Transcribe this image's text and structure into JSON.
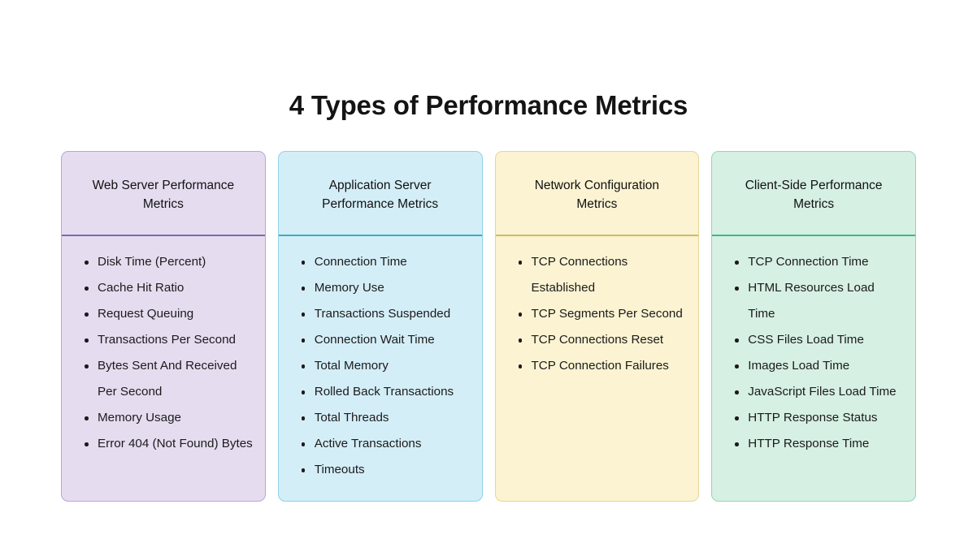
{
  "page": {
    "title": "4 Types of Performance Metrics",
    "background": "#ffffff"
  },
  "cards": [
    {
      "title": "Web Server Performance Metrics",
      "variant": "v-purple",
      "fill": "#e6dcf0",
      "border": "#b9a8d4",
      "divider": "#7d6aa8",
      "items": [
        "Disk Time (Percent)",
        "Cache Hit Ratio",
        "Request Queuing",
        "Transactions Per Second",
        "Bytes Sent And Received Per Second",
        "Memory Usage",
        "Error 404 (Not Found) Bytes"
      ]
    },
    {
      "title": "Application Server Performance Metrics",
      "variant": "v-blue",
      "fill": "#d4eef8",
      "border": "#8fd3e6",
      "divider": "#3fa9c4",
      "items": [
        "Connection Time",
        "Memory Use",
        "Transactions Suspended",
        "Connection Wait Time",
        "Total Memory",
        "Rolled Back Transactions",
        "Total Threads",
        "Active Transactions",
        "Timeouts"
      ]
    },
    {
      "title": "Network Configuration Metrics",
      "variant": "v-yellow",
      "fill": "#fbf3d2",
      "border": "#e4d895",
      "divider": "#ccbd5f",
      "items": [
        "TCP Connections Established",
        "TCP Segments Per Second",
        "TCP Connections Reset",
        "TCP Connection Failures"
      ]
    },
    {
      "title": "Client-Side Performance Metrics",
      "variant": "v-green",
      "fill": "#d6f0e3",
      "border": "#8fd9b8",
      "divider": "#3fb888",
      "items": [
        "TCP Connection Time",
        "HTML Resources Load Time",
        "CSS Files Load Time",
        "Images Load Time",
        "JavaScript Files Load Time",
        "HTTP Response Status",
        "HTTP Response Time"
      ]
    }
  ]
}
